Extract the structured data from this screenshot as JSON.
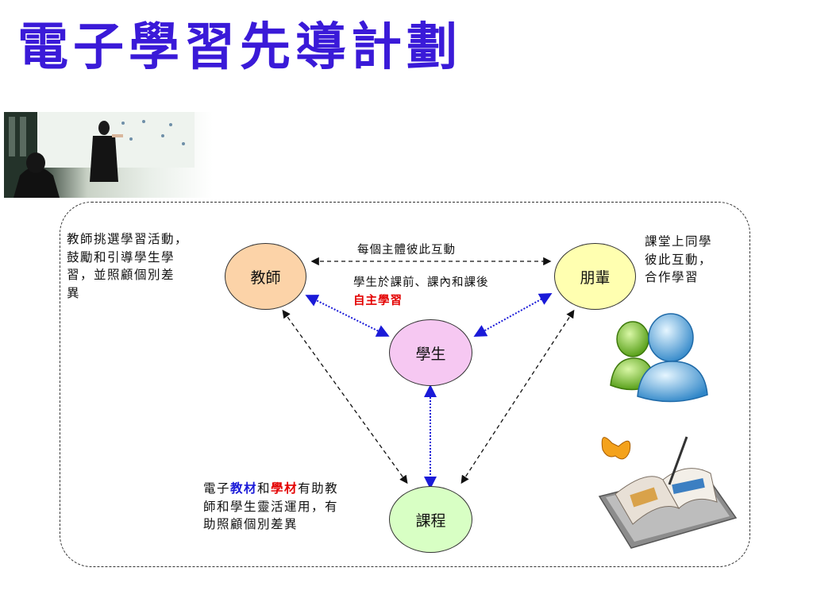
{
  "title": "電子學習先導計劃",
  "nodes": {
    "teacher": "教師",
    "peers": "朋輩",
    "student": "學生",
    "curriculum": "課程"
  },
  "labels": {
    "interaction": "每個主體彼此互動",
    "self_learning_1": "學生於課前、課內和課後",
    "self_learning_2": "自主學習"
  },
  "notes": {
    "teacher": [
      "教師挑選學習活動，",
      "鼓勵和引導學生學",
      "習，並照顧個別差",
      "異"
    ],
    "peers": [
      "課堂上同學",
      "彼此互動，",
      "合作學習"
    ],
    "curriculum": {
      "prefix": "電子",
      "word1": "教材",
      "conj": "和",
      "word2": "學材",
      "suffix": "有助教",
      "line2": "師和學生靈活運用，有",
      "line3": "助照顧個別差異"
    }
  },
  "colors": {
    "title": "#3a1ad8",
    "teacher": "#fcd3a8",
    "peers": "#ffffb0",
    "student": "#f6c8f2",
    "curriculum": "#d8ffc4",
    "dotted_arrow": "#1a1ad8",
    "highlight_red": "#e30000",
    "highlight_blue": "#1a1ad8"
  },
  "icons": [
    "classroom-photo",
    "messenger-people-icon",
    "digital-book-icon"
  ]
}
